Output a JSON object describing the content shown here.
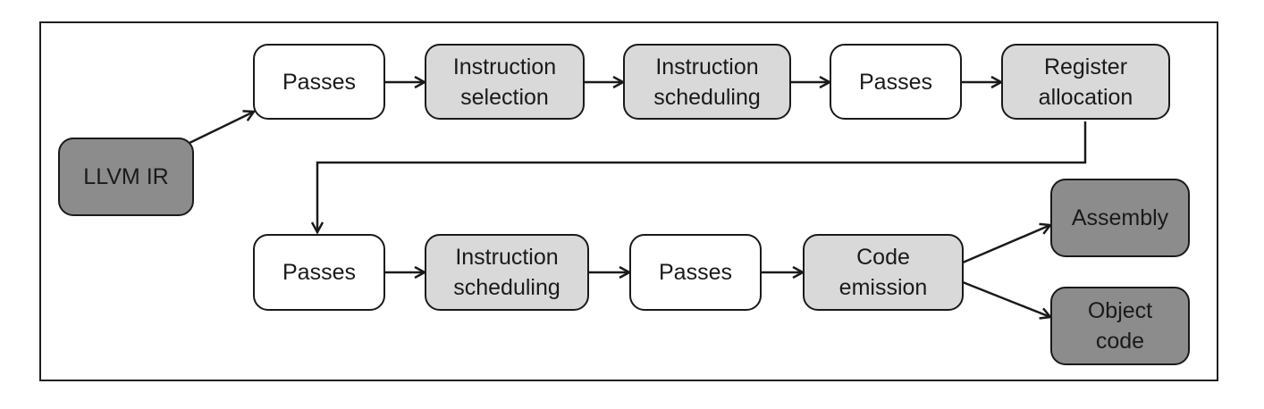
{
  "diagram": {
    "nodes": {
      "llvm_ir": "LLVM IR",
      "passes_1": "Passes",
      "instruction_selection": "Instruction\nselection",
      "instruction_scheduling_1": "Instruction\nscheduling",
      "passes_2": "Passes",
      "register_allocation": "Register\nallocation",
      "passes_3": "Passes",
      "instruction_scheduling_2": "Instruction\nscheduling",
      "passes_4": "Passes",
      "code_emission": "Code\nemission",
      "assembly": "Assembly",
      "object_code": "Object\ncode"
    },
    "edges": [
      [
        "llvm_ir",
        "passes_1"
      ],
      [
        "passes_1",
        "instruction_selection"
      ],
      [
        "instruction_selection",
        "instruction_scheduling_1"
      ],
      [
        "instruction_scheduling_1",
        "passes_2"
      ],
      [
        "passes_2",
        "register_allocation"
      ],
      [
        "register_allocation",
        "passes_3"
      ],
      [
        "passes_3",
        "instruction_scheduling_2"
      ],
      [
        "instruction_scheduling_2",
        "passes_4"
      ],
      [
        "passes_4",
        "code_emission"
      ],
      [
        "code_emission",
        "assembly"
      ],
      [
        "code_emission",
        "object_code"
      ]
    ],
    "colors": {
      "source_target_fill": "#8c8c8c",
      "stage_fill": "#d9d9d9",
      "passes_fill": "#ffffff",
      "stroke": "#1a1a1a"
    }
  }
}
